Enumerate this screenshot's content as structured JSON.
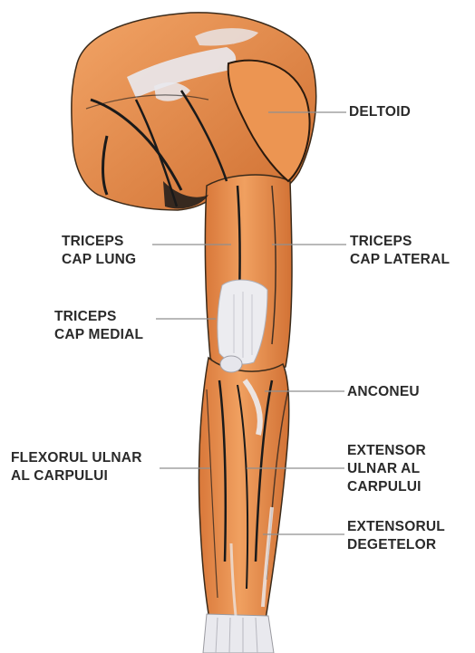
{
  "labels": {
    "deltoid": [
      "DELTOID"
    ],
    "triceps_long": [
      "TRICEPS",
      "CAP LUNG"
    ],
    "triceps_lateral": [
      "TRICEPS",
      "CAP LATERAL"
    ],
    "triceps_medial": [
      "TRICEPS",
      "CAP MEDIAL"
    ],
    "anconeus": [
      "ANCONEU"
    ],
    "flexor_ulnaris": [
      "FLEXORUL ULNAR",
      "AL CARPULUI"
    ],
    "extensor_ulnaris": [
      "EXTENSOR",
      "ULNAR AL",
      "CARPULUI"
    ],
    "extensor_digitorum": [
      "EXTENSORUL",
      "DEGETELOR"
    ]
  },
  "colors": {
    "muscle": "#e58a45",
    "muscle_light": "#f3a86a",
    "muscle_dark": "#c96a2c",
    "tendon": "#e9e9ee",
    "outline": "#1a1a1a",
    "leader": "#9a9a9a",
    "text": "#2a2a2a"
  }
}
